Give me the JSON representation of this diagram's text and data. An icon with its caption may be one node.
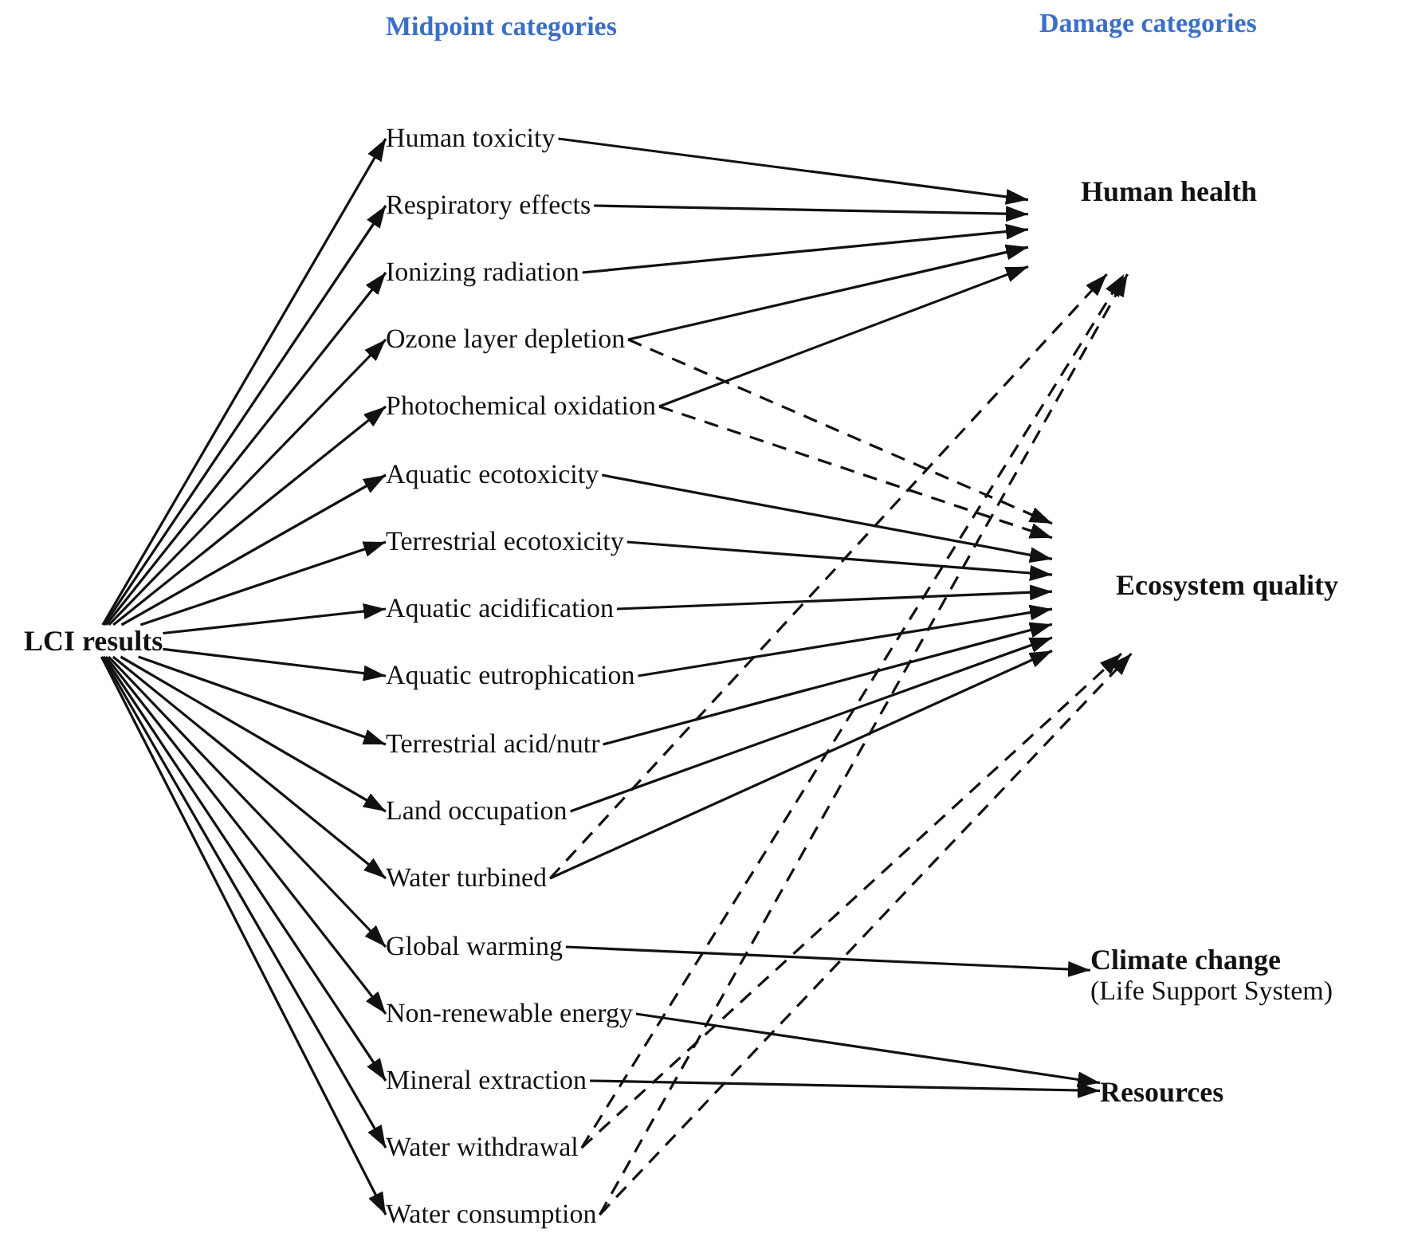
{
  "diagram": {
    "nodes": [
      {
        "text": [
          "LCI results"
        ]
      },
      {
        "text": [
          "Human toxicity"
        ]
      },
      {
        "text": [
          "Respiratory effects"
        ]
      },
      {
        "text": [
          "Ionizing radiation"
        ]
      },
      {
        "text": [
          "Ozone layer depletion"
        ]
      },
      {
        "text": [
          "Photochemical oxidation"
        ]
      },
      {
        "text": [
          "Aquatic ecotoxicity"
        ]
      },
      {
        "text": [
          "Terrestrial ecotoxicity"
        ]
      },
      {
        "text": [
          "Aquatic acidification"
        ]
      },
      {
        "text": [
          "Aquatic eutrophication"
        ]
      },
      {
        "text": [
          "Terrestrial acid/nutr"
        ]
      },
      {
        "text": [
          "Land occupation"
        ]
      },
      {
        "text": [
          "Water turbined"
        ]
      },
      {
        "text": [
          "Global warming"
        ]
      },
      {
        "text": [
          "Non-renewable energy"
        ]
      },
      {
        "text": [
          "Mineral extraction"
        ]
      },
      {
        "text": [
          "Water withdrawal"
        ]
      },
      {
        "text": [
          "Water consumption"
        ]
      },
      {
        "text": [
          "Human health"
        ]
      },
      {
        "text": [
          "Ecosystem quality"
        ]
      },
      {
        "text": [
          "Climate change"
        ],
        "beside": [
          "(Life Support System)"
        ]
      },
      {
        "text": [
          "Resources"
        ]
      }
    ],
    "edges": [
      {
        "from": 0,
        "to": 1,
        "arrow": "to"
      },
      {
        "from": 0,
        "to": 2,
        "arrow": "to"
      },
      {
        "from": 0,
        "to": 3,
        "arrow": "to"
      },
      {
        "from": 0,
        "to": 4,
        "arrow": "to"
      },
      {
        "from": 0,
        "to": 5,
        "arrow": "to"
      },
      {
        "from": 0,
        "to": 6,
        "arrow": "to"
      },
      {
        "from": 0,
        "to": 7,
        "arrow": "to"
      },
      {
        "from": 0,
        "to": 8,
        "arrow": "to"
      },
      {
        "from": 0,
        "to": 9,
        "arrow": "to"
      },
      {
        "from": 0,
        "to": 10,
        "arrow": "to"
      },
      {
        "from": 0,
        "to": 11,
        "arrow": "to"
      },
      {
        "from": 0,
        "to": 12,
        "arrow": "to"
      },
      {
        "from": 0,
        "to": 13,
        "arrow": "to"
      },
      {
        "from": 0,
        "to": 14,
        "arrow": "to"
      },
      {
        "from": 0,
        "to": 15,
        "arrow": "to"
      },
      {
        "from": 0,
        "to": 16,
        "arrow": "to"
      },
      {
        "from": 0,
        "to": 17,
        "arrow": "to"
      },
      {
        "from": 1,
        "to": 18,
        "arrow": "to"
      },
      {
        "from": 2,
        "to": 18,
        "arrow": "to"
      },
      {
        "from": 3,
        "to": 18,
        "arrow": "to"
      },
      {
        "from": 4,
        "to": 18,
        "arrow": "to"
      },
      {
        "from": 5,
        "to": 18,
        "arrow": "to"
      },
      {
        "from": 4,
        "to": 19,
        "arrow": "to",
        "style": "dashed"
      },
      {
        "from": 5,
        "to": 19,
        "arrow": "to",
        "style": "dashed"
      },
      {
        "from": 6,
        "to": 19,
        "arrow": "to"
      },
      {
        "from": 7,
        "to": 19,
        "arrow": "to"
      },
      {
        "from": 8,
        "to": 19,
        "arrow": "to"
      },
      {
        "from": 9,
        "to": 19,
        "arrow": "to"
      },
      {
        "from": 10,
        "to": 19,
        "arrow": "to"
      },
      {
        "from": 11,
        "to": 19,
        "arrow": "to"
      },
      {
        "from": 12,
        "to": 19,
        "arrow": "to"
      },
      {
        "from": 12,
        "to": 18,
        "arrow": "to",
        "style": "dashed"
      },
      {
        "from": 16,
        "to": 18,
        "arrow": "to",
        "style": "dashed"
      },
      {
        "from": 16,
        "to": 19,
        "arrow": "to",
        "style": "dashed"
      },
      {
        "from": 17,
        "to": 18,
        "arrow": "to",
        "style": "dashed"
      },
      {
        "from": 17,
        "to": 19,
        "arrow": "to",
        "style": "dashed"
      },
      {
        "from": 13,
        "to": 20,
        "arrow": "to"
      },
      {
        "from": 14,
        "to": 21,
        "arrow": "to"
      },
      {
        "from": 15,
        "to": 21,
        "arrow": "to"
      }
    ],
    "labels": [
      "Midpoint categories",
      "Damage categories"
    ]
  }
}
